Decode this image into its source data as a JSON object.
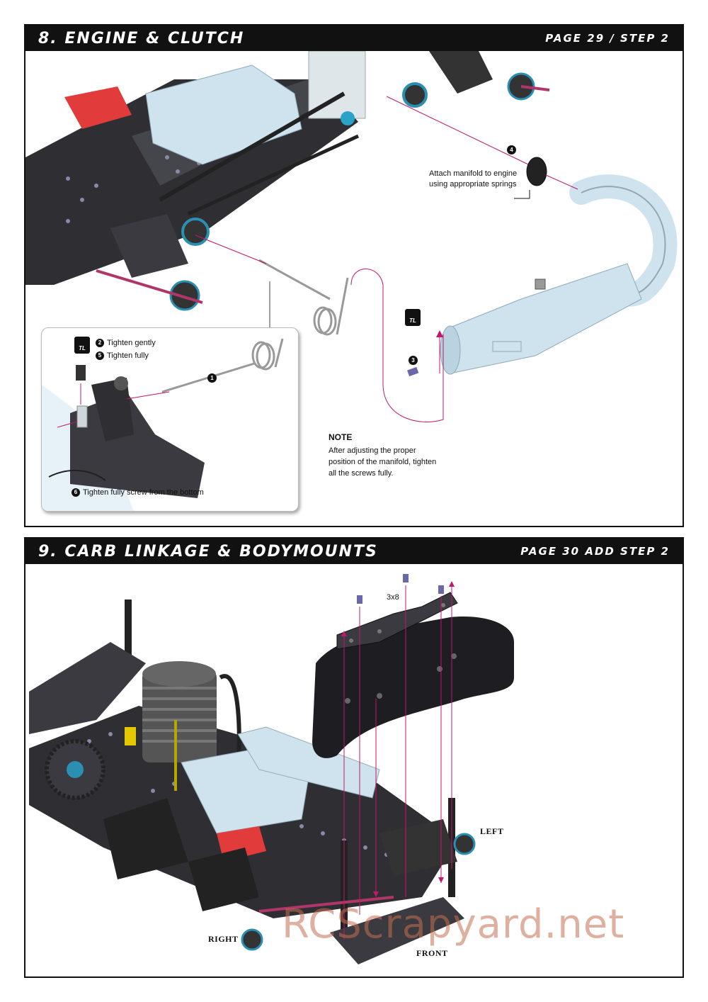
{
  "section8": {
    "title": "8. ENGINE & CLUTCH",
    "page_ref": "PAGE 29 / STEP 2",
    "callout_manifold": "Attach manifold to engine using appropriate springs",
    "part4": "4",
    "part3": "3",
    "tool_label": "TL",
    "inset": {
      "tool_label": "TL",
      "step2_num": "2",
      "step2": "Tighten gently",
      "step5_num": "5",
      "step5": "Tighten fully",
      "part1": "1",
      "step6_num": "6",
      "step6": "Tighten fully screw from the bottom"
    },
    "note_title": "NOTE",
    "note_text": "After adjusting the proper position of the manifold, tighten all the screws fully."
  },
  "section9": {
    "title": "9. CARB LINKAGE & BODYMOUNTS",
    "page_ref": "PAGE 30 ADD STEP 2",
    "screw_label": "3x8",
    "left_label": "LEFT",
    "right_label": "RIGHT",
    "front_label": "FRONT",
    "watermark": "RCScrapyard.net"
  },
  "colors": {
    "header_bg": "#111111",
    "arrow": "#c0186a",
    "carbon": "#2f2f33",
    "alloy": "#cfe3ee",
    "pad": "#1d1d22",
    "red_part": "#e23b3b"
  }
}
